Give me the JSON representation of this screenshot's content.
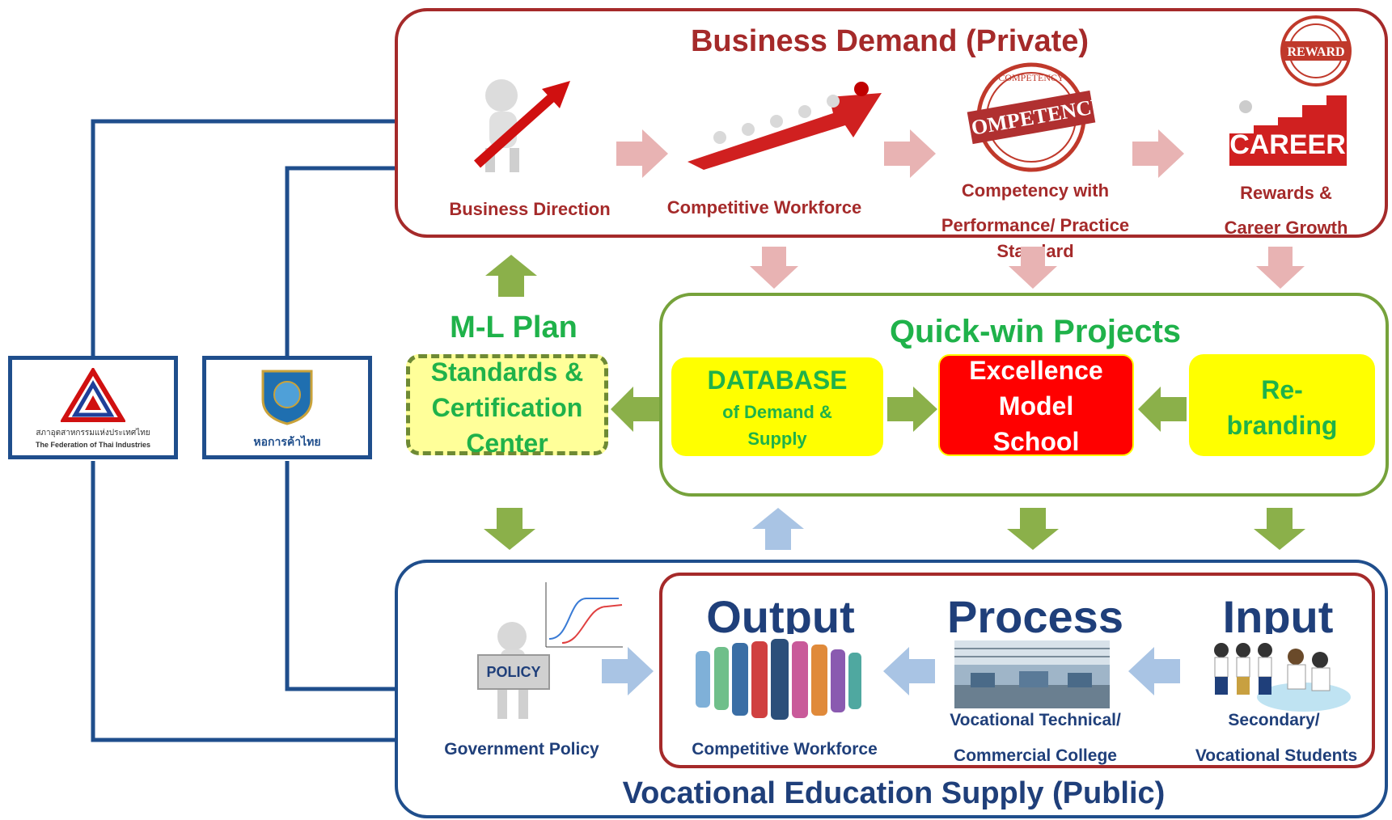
{
  "business": {
    "title": "Business Demand (Private)",
    "steps": [
      "Business Direction",
      "Competitive Workforce",
      "Competency with",
      "Performance/ Practice",
      "Standard",
      "Rewards &",
      "Career Growth"
    ],
    "stamp": "COMPETENCY",
    "stamp_ring": "COMPETENCY",
    "reward": "REWARD",
    "career": "CAREER"
  },
  "ml": {
    "title": "M-L Plan",
    "box": [
      "Standards &",
      "Certification",
      "Center"
    ]
  },
  "quickwin": {
    "title": "Quick-win Projects",
    "database_title": "DATABASE",
    "database_sub": [
      "of Demand &",
      "Supply"
    ],
    "excellence": [
      "Excellence",
      "Model",
      "School"
    ],
    "rebranding": [
      "Re-",
      "branding"
    ]
  },
  "logos": {
    "fti_thai": "สภาอุตสาหกรรมแห่งประเทศไทย",
    "fti_en": "The Federation of Thai Industries",
    "tcc_thai": "หอการค้าไทย"
  },
  "supply": {
    "title": "Vocational Education Supply (Public)",
    "output": "Output",
    "process": "Process",
    "input": "Input",
    "policy_sign": "POLICY",
    "labels": [
      "Government Policy",
      "Competitive Workforce",
      "Vocational Technical/",
      "Commercial College",
      "Secondary/",
      "Vocational Students"
    ]
  },
  "colors": {
    "dark_red": "#a52a2a",
    "navy": "#1f4e8c",
    "olive_green": "#76a23b",
    "bright_green": "#1fb24a",
    "yellow": "#ffff00",
    "red": "#ff0000",
    "pink_arrow": "#e8b3b3",
    "green_arrow": "#8bb04a",
    "blue_arrow": "#a9c4e4"
  }
}
